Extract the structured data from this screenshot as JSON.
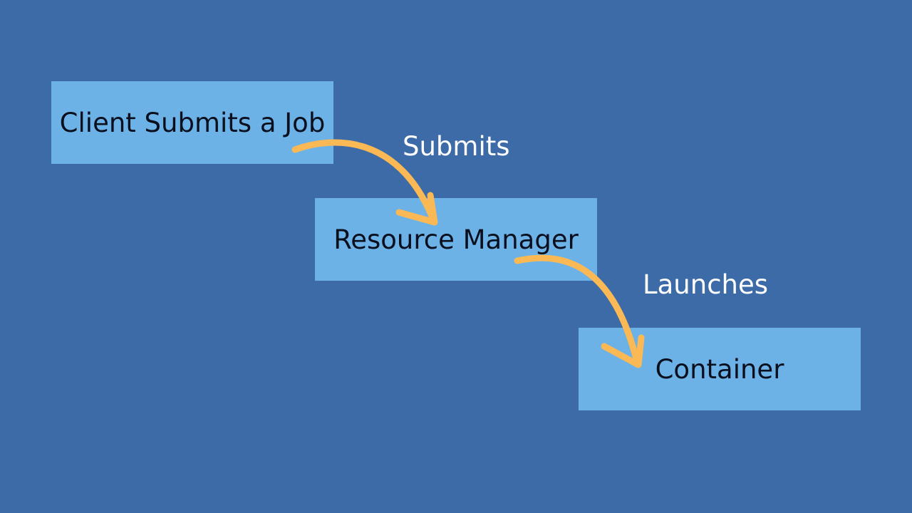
{
  "nodes": [
    {
      "label": "Client Submits a Job"
    },
    {
      "label": "Resource Manager"
    },
    {
      "label": "Container"
    }
  ],
  "edges": [
    {
      "label": "Submits"
    },
    {
      "label": "Launches"
    }
  ],
  "colors": {
    "background": "#3c6ba7",
    "box": "#6cb2e6",
    "arrow": "#fbb955",
    "text_dark": "#0a0f1e",
    "text_light": "#ffffff"
  }
}
